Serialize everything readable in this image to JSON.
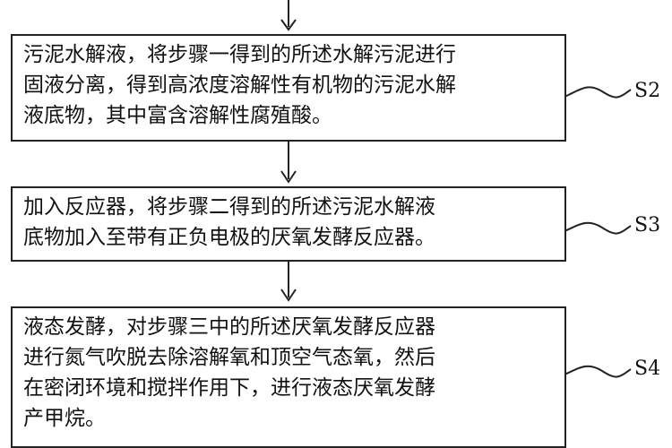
{
  "steps": [
    {
      "label": "S2",
      "lines": [
        "污泥水解液，将步骤一得到的所述水解污泥进行",
        "固液分离，得到高浓度溶解性有机物的污泥水解",
        "液底物，其中富含溶解性腐殖酸。"
      ]
    },
    {
      "label": "S3",
      "lines": [
        "加入反应器，将步骤二得到的所述污泥水解液",
        "底物加入至带有正负电极的厌氧发酵反应器。"
      ]
    },
    {
      "label": "S4",
      "lines": [
        "液态发酵，对步骤三中的所述厌氧发酵反应器",
        "进行氮气吹脱去除溶解氧和顶空气态氧，然后",
        "在密闭环境和搅拌作用下，进行液态厌氧发酵",
        "产甲烷。"
      ]
    }
  ]
}
